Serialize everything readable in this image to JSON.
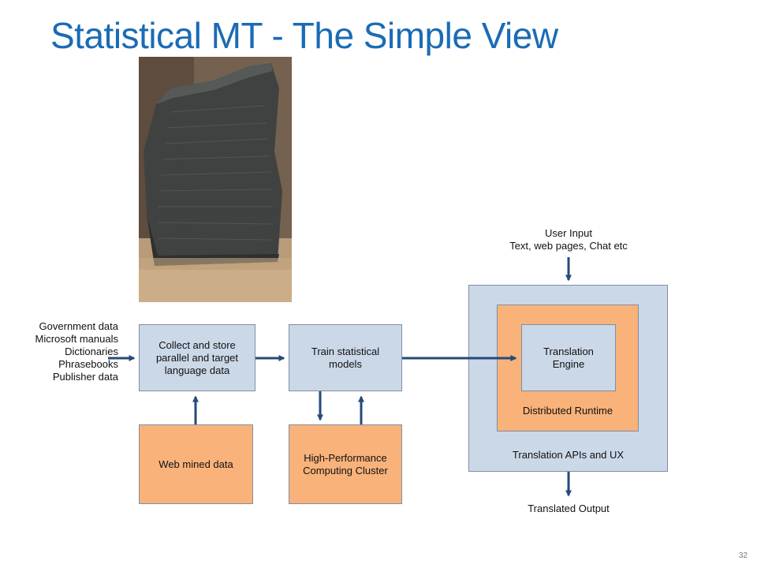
{
  "slide": {
    "title": "Statistical MT - The Simple View",
    "page_number": "32"
  },
  "diagram": {
    "sources": "Government data\nMicrosoft manuals\nDictionaries\nPhrasebooks\nPublisher data",
    "collect_box": "Collect and store\nparallel and target\nlanguage data",
    "web_mined_box": "Web mined data",
    "train_box": "Train statistical\nmodels",
    "hpc_box": "High-Performance\nComputing Cluster",
    "user_input": "User Input\nText, web pages, Chat etc",
    "translation_engine": "Translation\nEngine",
    "distributed_runtime": "Distributed Runtime",
    "apis_ux": "Translation APIs and UX",
    "translated_output": "Translated Output"
  },
  "colors": {
    "title": "#1a6bb5",
    "box_blue": "#cbd8e8",
    "box_orange": "#f9b27a",
    "arrow": "#244a7a"
  }
}
